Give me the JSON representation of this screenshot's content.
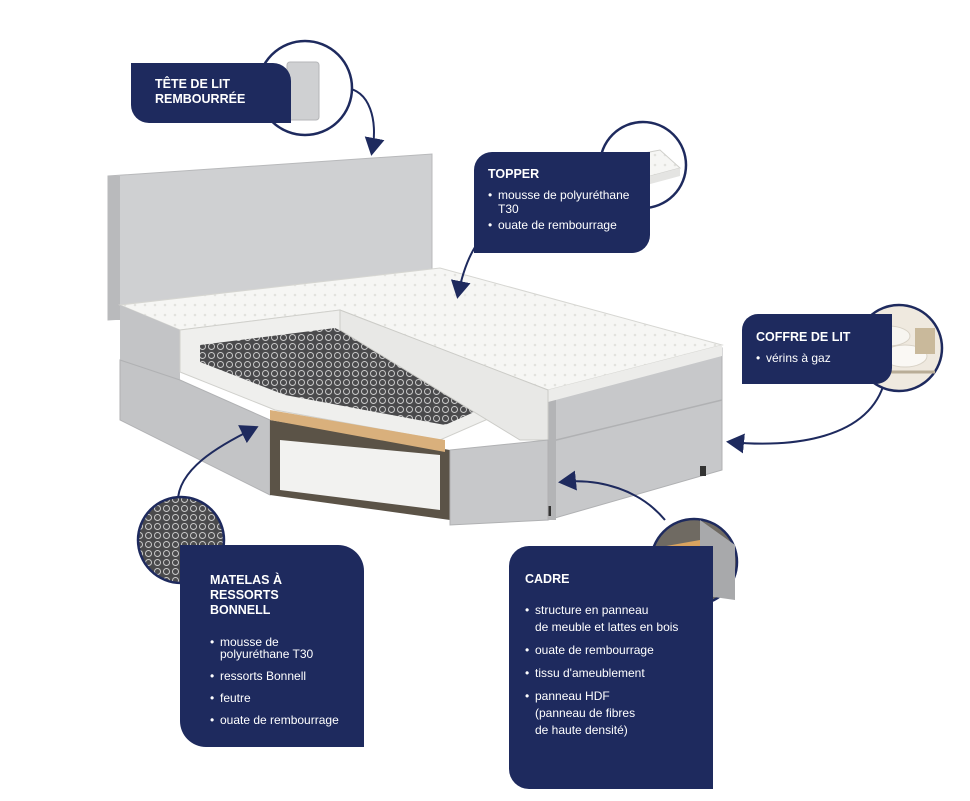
{
  "colors": {
    "label_bg": "#1e2a5e",
    "label_text": "#ffffff",
    "fabric": "#cfd0d2",
    "topper": "#f6f6f4",
    "arrow": "#1e2a5e"
  },
  "callouts": {
    "headboard": {
      "title": "TÊTE DE LIT REMBOURRÉE",
      "bullets": []
    },
    "topper": {
      "title": "TOPPER",
      "bullets": [
        "mousse de polyuréthane T30",
        "ouate de rembourrage"
      ]
    },
    "storage": {
      "title": "COFFRE DE LIT",
      "bullets": [
        "vérins à gaz"
      ]
    },
    "mattress": {
      "title": "MATELAS À RESSORTS BONNELL",
      "bullets": [
        "mousse de polyuréthane T30",
        "ressorts Bonnell",
        "feutre",
        "ouate de rembourrage"
      ]
    },
    "frame": {
      "title": "CADRE",
      "bullets": [
        "structure en panneau",
        "de meuble et lattes en bois",
        "ouate de rembourrage",
        "tissu d'ameublement",
        "panneau HDF",
        "(panneau de fibres",
        "de haute densité)"
      ]
    }
  },
  "icons": {
    "headboard_detail": "headboard-closeup-icon",
    "topper_detail": "topper-layer-closeup-icon",
    "storage_detail": "storage-pillows-closeup-icon",
    "spring_detail": "bonnell-spring-closeup-icon",
    "frame_detail": "frame-wood-closeup-icon"
  }
}
